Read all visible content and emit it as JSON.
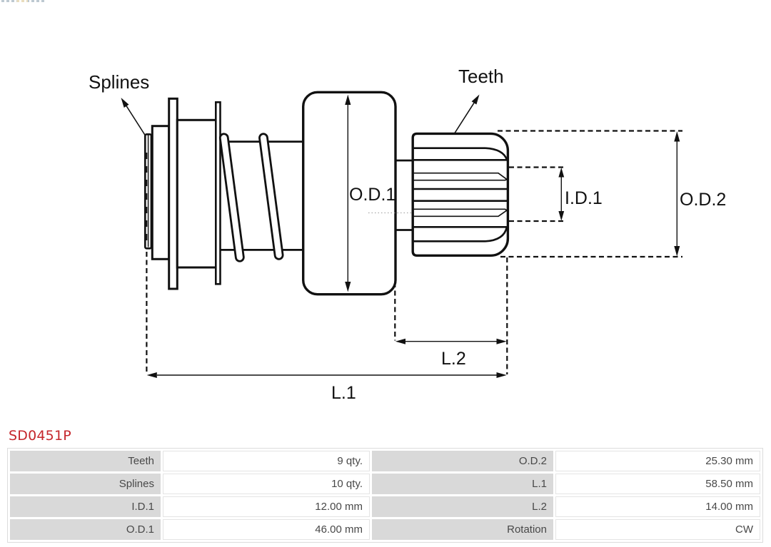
{
  "diagram": {
    "labels": {
      "splines": "Splines",
      "teeth": "Teeth",
      "od1": "O.D.1",
      "id1": "I.D.1",
      "od2": "O.D.2",
      "l1": "L.1",
      "l2": "L.2"
    },
    "line_color": "#111111"
  },
  "part_number": "SD0451P",
  "part_number_color": "#c5272c",
  "spec_table": {
    "label_bg": "#d9d9d9",
    "rows": [
      {
        "label_left": "Teeth",
        "value_left": "9 qty.",
        "label_right": "O.D.2",
        "value_right": "25.30 mm"
      },
      {
        "label_left": "Splines",
        "value_left": "10 qty.",
        "label_right": "L.1",
        "value_right": "58.50 mm"
      },
      {
        "label_left": "I.D.1",
        "value_left": "12.00 mm",
        "label_right": "L.2",
        "value_right": "14.00 mm"
      },
      {
        "label_left": "O.D.1",
        "value_left": "46.00 mm",
        "label_right": "Rotation",
        "value_right": "CW"
      }
    ]
  }
}
